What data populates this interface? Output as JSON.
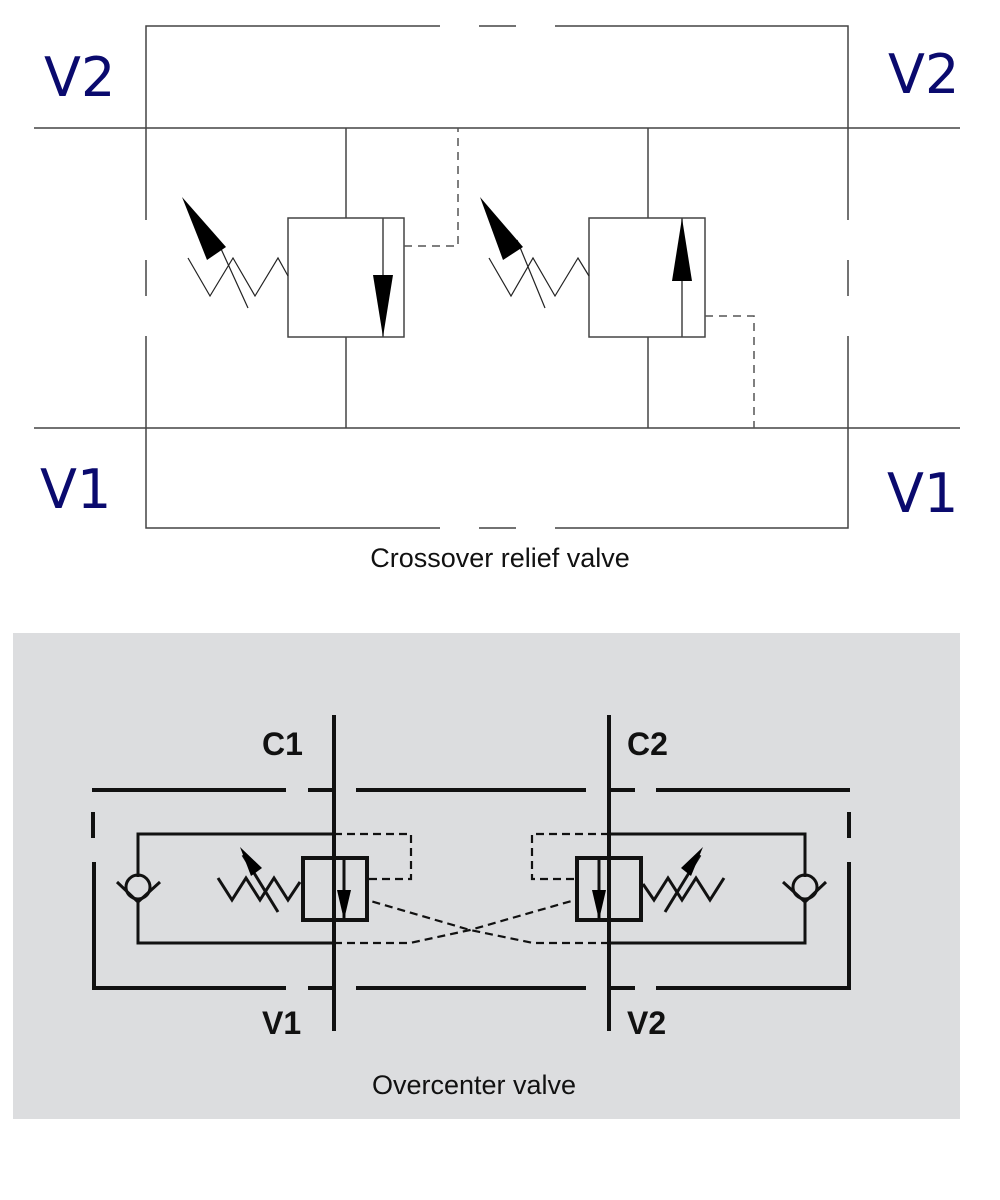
{
  "diagrams": [
    {
      "title": "Crossover relief valve",
      "background": "#ffffff",
      "port_color": "#0a0a6e",
      "ports": {
        "top_left": "V2",
        "top_right": "V2",
        "bottom_left": "V1",
        "bottom_right": "V1"
      },
      "components": [
        "relief-valve-left (V2 to V1, arrow down)",
        "relief-valve-right (V1 to V2, arrow up)"
      ]
    },
    {
      "title": "Overcenter valve",
      "background": "#dcdddf",
      "ports": {
        "top_left": "C1",
        "top_right": "C2",
        "bottom_left": "V1",
        "bottom_right": "V2"
      },
      "components": [
        "check-valve-left",
        "counterbalance-valve-left",
        "counterbalance-valve-right",
        "check-valve-right"
      ]
    }
  ]
}
